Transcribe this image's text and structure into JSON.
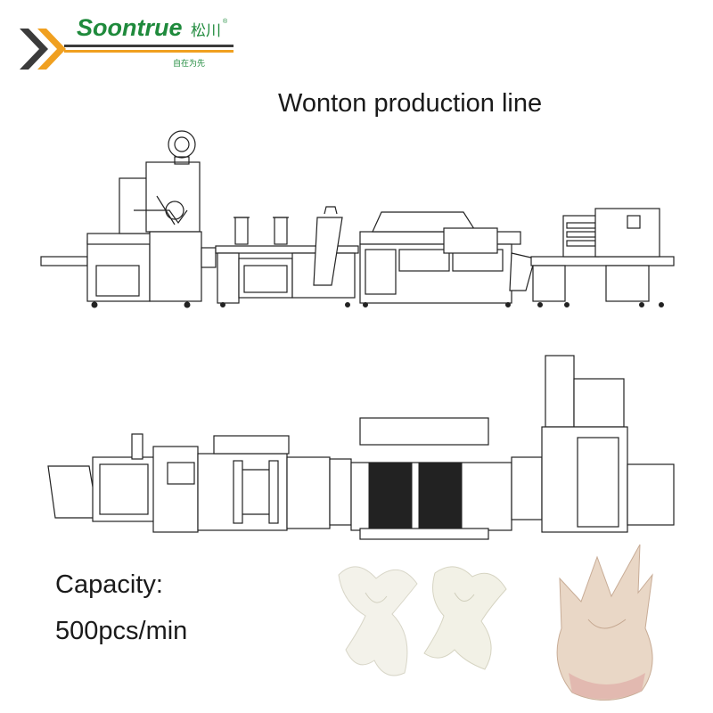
{
  "logo": {
    "brand": "Soontrue",
    "cn_name": "松川",
    "registered": "®",
    "slogan": "自在为先",
    "colors": {
      "brand_green": "#1f8a3c",
      "chevron_dark": "#3b3b3b",
      "chevron_orange": "#f0a020"
    }
  },
  "title": "Wonton production line",
  "capacity": {
    "label": "Capacity:",
    "value": "500pcs/min"
  },
  "figures": {
    "line_side_view": "machine-line-drawing",
    "line_top_view": "machine-line-drawing",
    "wonton_photos": [
      "wonton-white-1",
      "wonton-white-2",
      "wonton-cooked"
    ]
  }
}
